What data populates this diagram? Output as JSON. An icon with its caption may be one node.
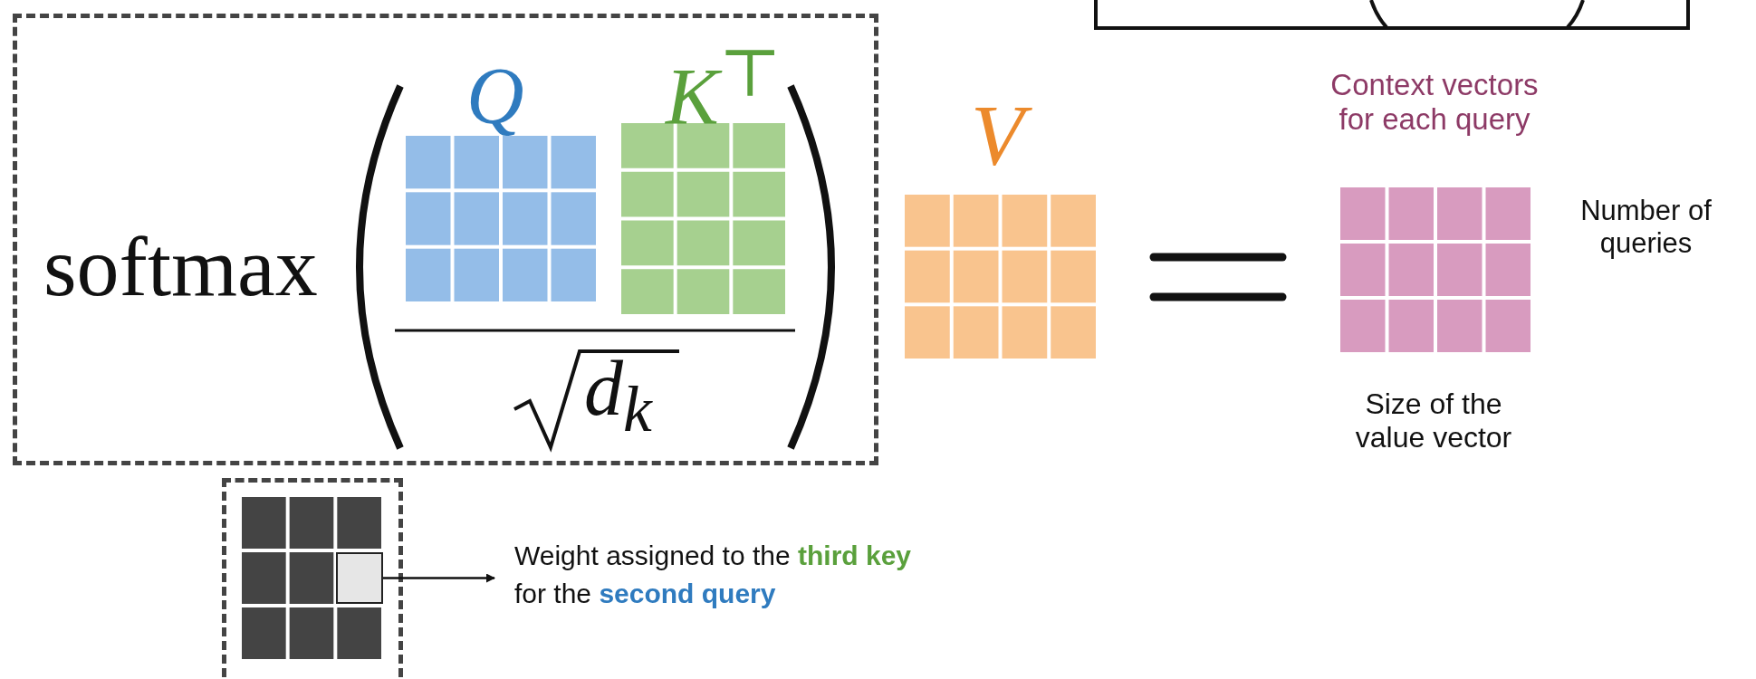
{
  "diagram": {
    "nodes": [
      {
        "text": [],
        "shape": "box"
      },
      {
        "text": [
          "Weight assigned to the **third key** for the **second query**"
        ]
      }
    ],
    "edges": [
      {
        "from": 0,
        "to": 1,
        "arrow": "to"
      }
    ],
    "labels": [
      "softmax",
      "Q",
      "K$^{⊤}$",
      "d$_{k}$",
      "V",
      "Context vectors for each query",
      "Number of queries",
      "Size of the value vector"
    ]
  }
}
